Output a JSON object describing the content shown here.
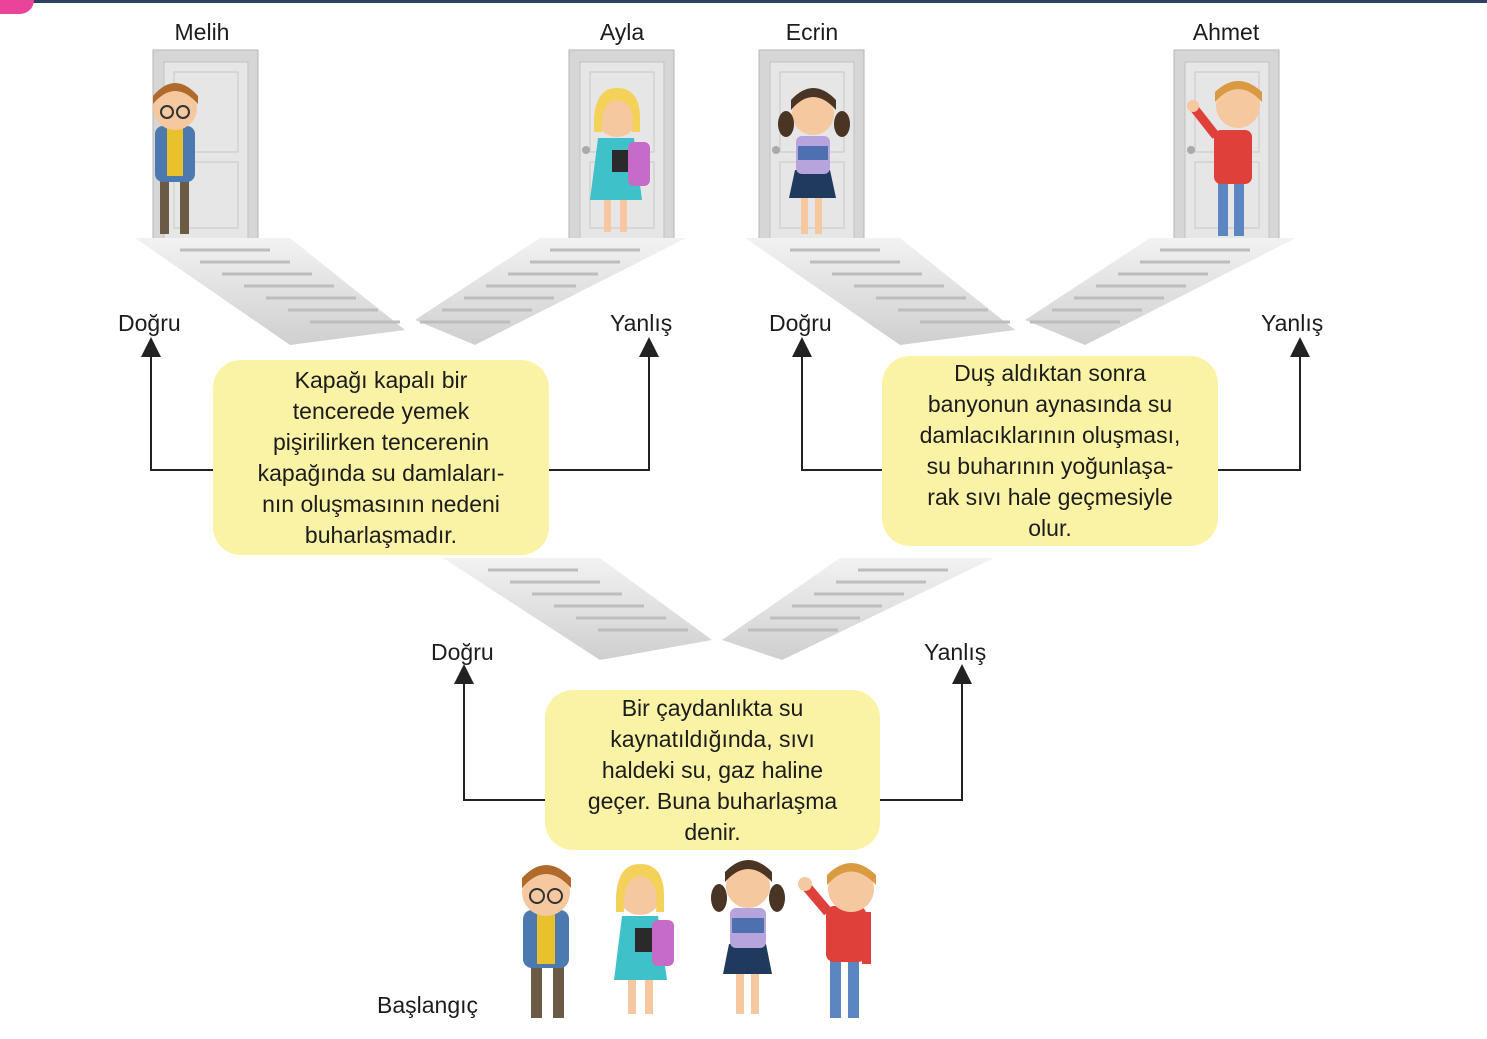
{
  "characters": {
    "melih": "Melih",
    "ayla": "Ayla",
    "ecrin": "Ecrin",
    "ahmet": "Ahmet"
  },
  "labels": {
    "correct": "Doğru",
    "wrong": "Yanlış",
    "start": "Başlangıç"
  },
  "statements": {
    "bottom": "Bir çaydanlıkta su\nkaynatıldığında, sıvı\nhaldeki su, gaz haline\ngeçer. Buna buharlaşma\ndenir.",
    "left": "Kapağı kapalı bir\ntencerede yemek\npişirilirken tencerenin\nkapağında su damlaları-\nnın oluşmasının nedeni\nbuharlaşmadır.",
    "right": "Duş aldıktan sonra\nbanyonun aynasında su\ndamlacıklarının oluşması,\nsu buharının yoğunlaşa-\nrak sıvı hale geçmesiyle\nolur."
  },
  "colors": {
    "box_fill": "#faf3a6",
    "stairs": "#dcdcdc",
    "door": "#d5d5d5",
    "arrow": "#222222",
    "accent": "#e9439a"
  }
}
